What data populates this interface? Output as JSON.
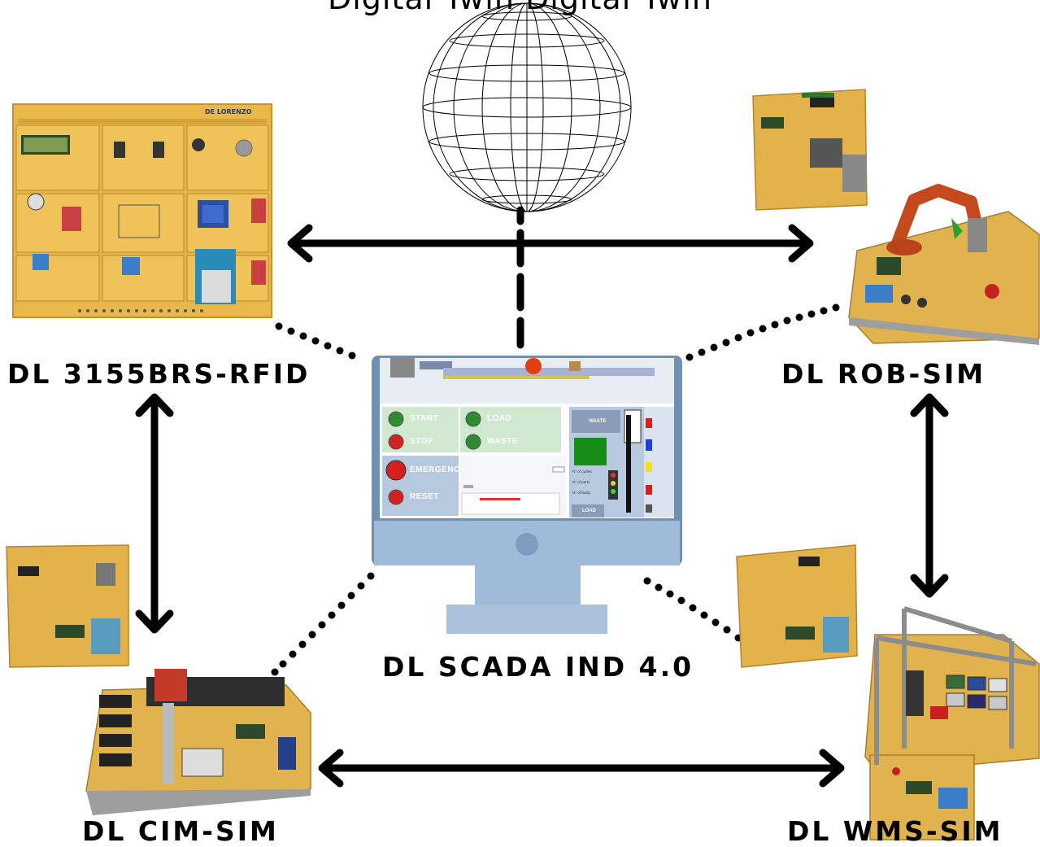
{
  "header": {
    "partial_text": "Digital Twin Digital Twin"
  },
  "nodes": {
    "rfid": {
      "label": "DL 3155BRS-RFID"
    },
    "rob": {
      "label": "DL ROB-SIM"
    },
    "cim": {
      "label": "DL CIM-SIM"
    },
    "wms": {
      "label": "DL WMS-SIM"
    },
    "scada": {
      "label": "DL SCADA IND 4.0"
    }
  },
  "scada_screen": {
    "buttons": {
      "start": "START",
      "stop": "STOP",
      "emergency": "EMERGENCY",
      "reset": "RESET",
      "load": "LOAD",
      "waste": "WASTE"
    },
    "panel_texts": {
      "waste_tag": "WASTE",
      "n_cycles": "N° of cycles",
      "n_parts": "N° of parts",
      "n_faulty": "N° of faulty",
      "load_tag": "LOAD"
    }
  },
  "brand": "DE LORENZO",
  "colors": {
    "board_yellow": "#e9b84a",
    "board_edge": "#c9932a",
    "arrow": "#000000",
    "monitor_frame": "#6f8fb3",
    "monitor_base": "#a9c1db",
    "screen_bg": "#ffffff",
    "screen_green_panel": "#cfe8cf",
    "screen_blue_panel": "#b7c9de",
    "button_green": "#2e8b2e",
    "button_red": "#d32020"
  }
}
